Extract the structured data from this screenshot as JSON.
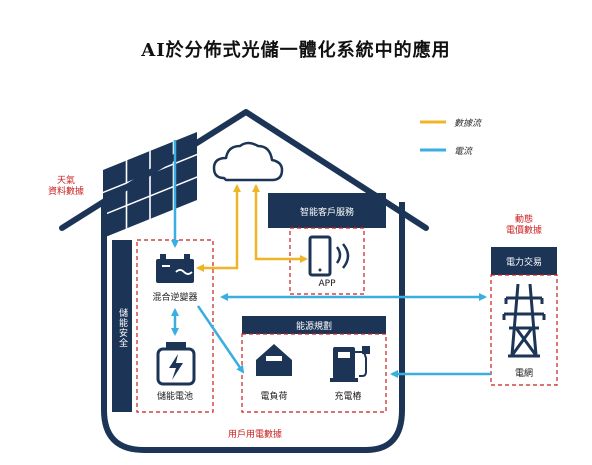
{
  "title": "AI於分佈式光儲一體化系統中的應用",
  "legend": [
    {
      "label": "數據流",
      "color": "#f0b429"
    },
    {
      "label": "電流",
      "color": "#3aaee0"
    }
  ],
  "labels": {
    "weather_data": [
      "天氣",
      "資料數據"
    ],
    "dynamic_price": [
      "動態",
      "電價數據"
    ],
    "user_data": "用戶用電數據"
  },
  "boxes": {
    "smart_service": "智能客戶服務",
    "energy_plan": "能源規劃",
    "power_trade": "電力交易",
    "storage_safety": "儲能安全"
  },
  "components": {
    "inverter": "混合逆變器",
    "battery": "儲能電池",
    "app": "APP",
    "load": "電負荷",
    "charger": "充電樁",
    "grid": "電網"
  },
  "colors": {
    "navy": "#1c3557",
    "data_flow": "#f0b429",
    "current": "#3aaee0",
    "dashed_red": "#c81e1e"
  }
}
